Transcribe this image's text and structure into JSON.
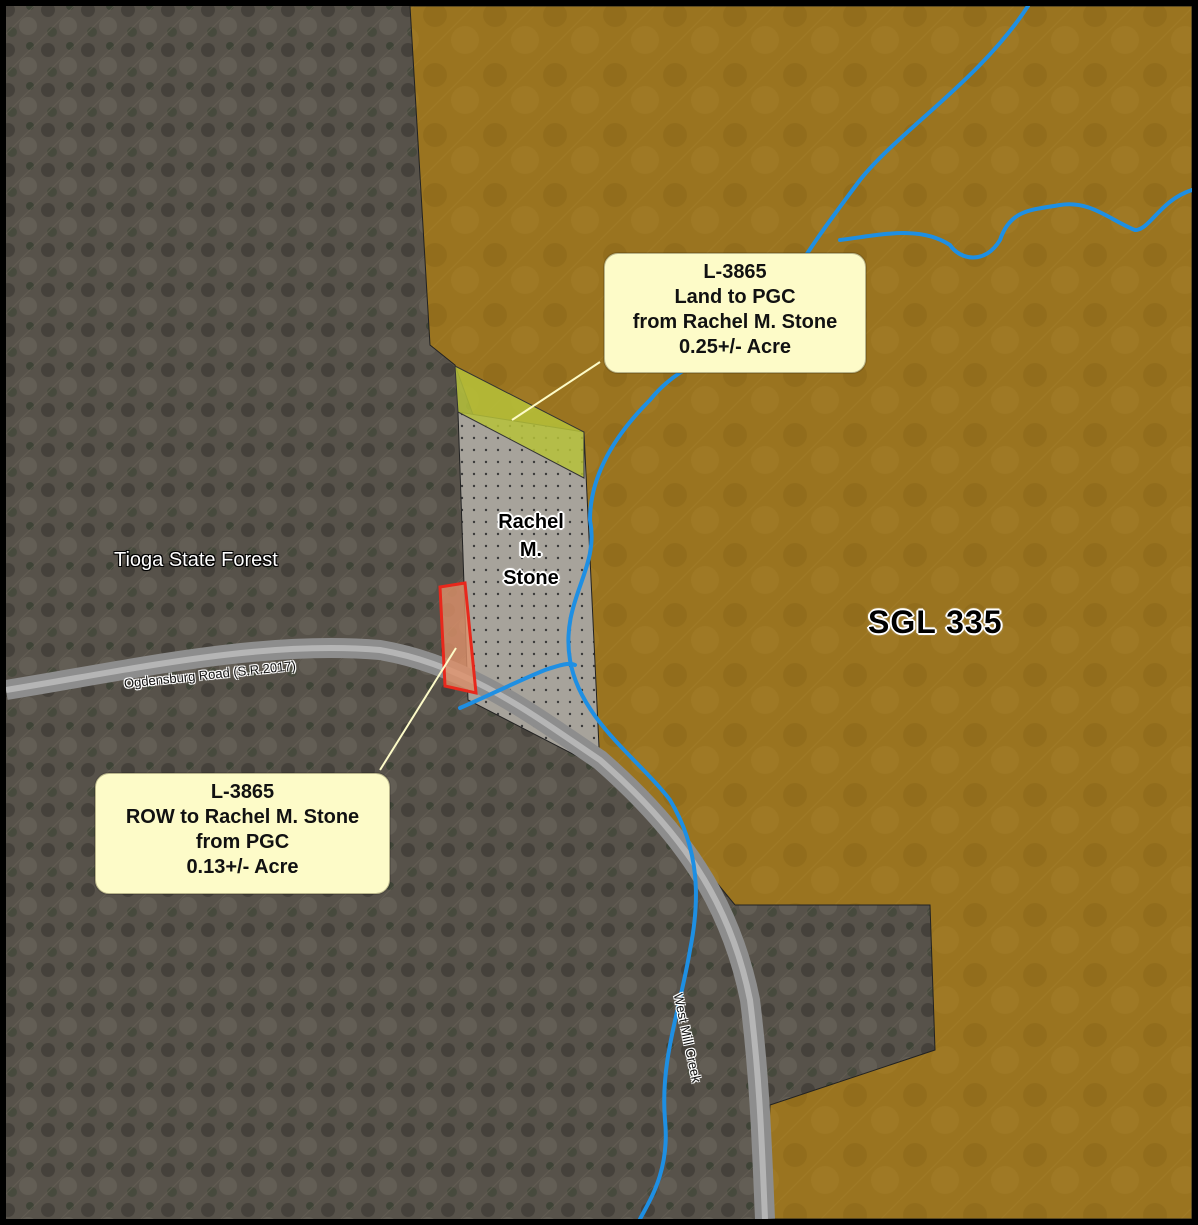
{
  "labels": {
    "forest": "Tioga State Forest",
    "sgl": "SGL 335",
    "parcel": [
      "Rachel",
      "M.",
      "Stone"
    ],
    "road": "Ogdensburg Road (S.R.2017)",
    "creek": "West Mill Creek"
  },
  "callouts": {
    "land_to_pgc": [
      "L-3865",
      "Land to PGC",
      "from Rachel M. Stone",
      "0.25+/- Acre"
    ],
    "row_to_stone": [
      "L-3865",
      "ROW to Rachel M. Stone",
      "from PGC",
      "0.13+/- Acre"
    ]
  },
  "colors": {
    "sgl_fill": "#9a7420",
    "land_to_pgc_fill": "#b6c23a",
    "row_fill": "#e0916a",
    "row_outline": "#e8281c",
    "stream": "#1e8fe3",
    "callout_bg": "#fdfbc8",
    "road": "#9a9a9a"
  }
}
